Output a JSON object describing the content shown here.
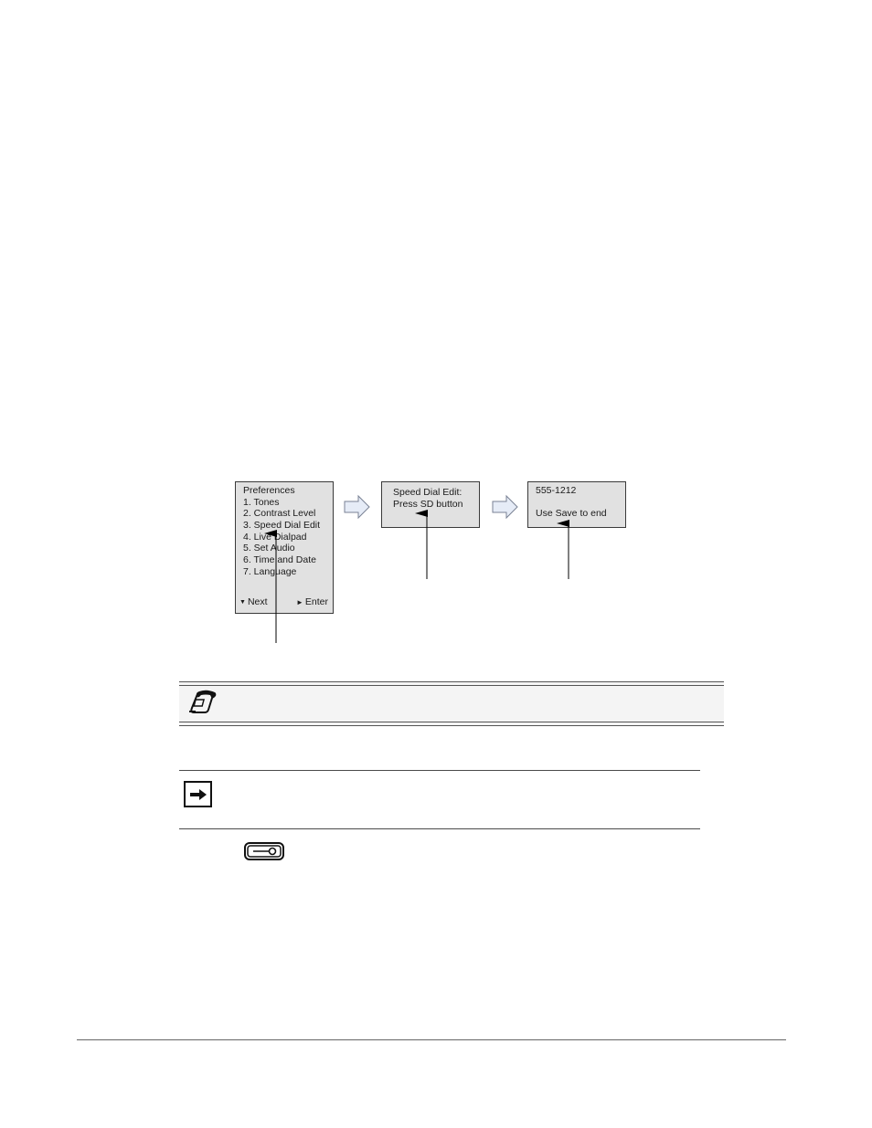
{
  "lcd_menu": {
    "title": "Preferences",
    "items": [
      "1. Tones",
      "2. Contrast Level",
      "3. Speed Dial Edit",
      "4. Live Dialpad",
      "5. Set Audio",
      "6. Time and Date",
      "7. Language"
    ],
    "softkey_next": "Next",
    "softkey_enter": "Enter"
  },
  "lcd_speed_dial": {
    "line1": "Speed Dial Edit:",
    "line2": "Press SD button"
  },
  "lcd_number": {
    "line1": "555-1212",
    "line2": "",
    "line3": "Use Save to end"
  },
  "icons": {
    "flow_arrows": "right-block-arrow-icon",
    "tip": "phone-icon",
    "note": "right-arrow-icon",
    "options_key": "options-key-icon"
  },
  "colors": {
    "lcd_background": "#e1e1e1",
    "flow_arrow_fill": "#e6ecf7",
    "tip_bar_background": "#f4f4f4"
  }
}
